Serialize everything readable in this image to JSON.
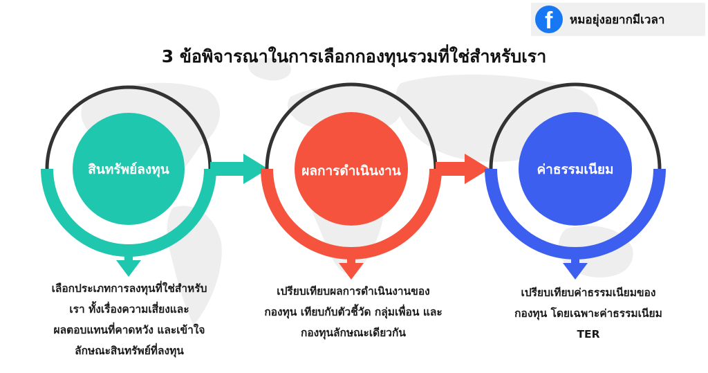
{
  "brand": {
    "icon": "facebook-icon",
    "page_name": "หมอยุ่งอยากมีเวลา",
    "color": "#1877f2"
  },
  "title": "3 ข้อพิจารณาในการเลือกกองทุนรวมที่ใช่สำหรับเรา",
  "steps": [
    {
      "label": "สินทรัพย์ลงทุน",
      "description": [
        "เลือกประเภทการลงทุนที่ใช่สำหรับ",
        "เรา ทั้งเรื่องความเสี่ยงและ",
        "ผลตอบแทนที่คาดหวัง และเข้าใจ",
        "ลักษณะสินทรัพย์ที่ลงทุน"
      ],
      "color": "#1fc7ae"
    },
    {
      "label": "ผลการดำเนินงาน",
      "description": [
        "เปรียบเทียบผลการดำเนินงานของ",
        "กองทุน เทียบกับตัวชี้วัด กลุ่มเพื่อน และ",
        "กองทุนลักษณะเดียวกัน"
      ],
      "color": "#f5533d"
    },
    {
      "label": "ค่าธรรมเนียม",
      "description": [
        "เปรียบเทียบค่าธรรมเนียมของ",
        "กองทุน โดยเฉพาะค่าธรรมเนียม",
        "TER"
      ],
      "color": "#3d5ff0"
    }
  ]
}
